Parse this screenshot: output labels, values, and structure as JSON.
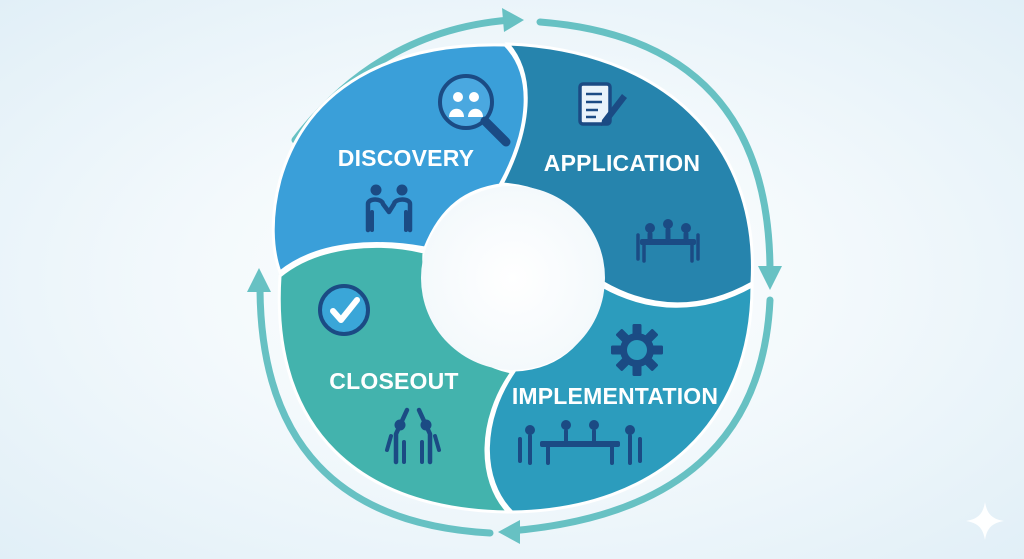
{
  "phases": [
    {
      "id": "discovery",
      "label": "DISCOVERY",
      "color": "#3a9fd9"
    },
    {
      "id": "application",
      "label": "APPLICATION",
      "color": "#2684ad"
    },
    {
      "id": "implementation",
      "label": "IMPLEMENTATION",
      "color": "#2c9cbd"
    },
    {
      "id": "closeout",
      "label": "CLOSEOUT",
      "color": "#43b3ad"
    }
  ],
  "colors": {
    "ring": "#67c1c3",
    "icon_ink": "#1b4b84",
    "icon_accent": "#5fb6e3",
    "hub": "#ffffff"
  },
  "icons": {
    "discovery": [
      "magnifier-people-icon",
      "handshake-people-icon"
    ],
    "application": [
      "document-pen-icon",
      "team-meeting-icon"
    ],
    "implementation": [
      "gear-icon",
      "team-working-icon"
    ],
    "closeout": [
      "checkmark-icon",
      "high-five-icon"
    ]
  }
}
